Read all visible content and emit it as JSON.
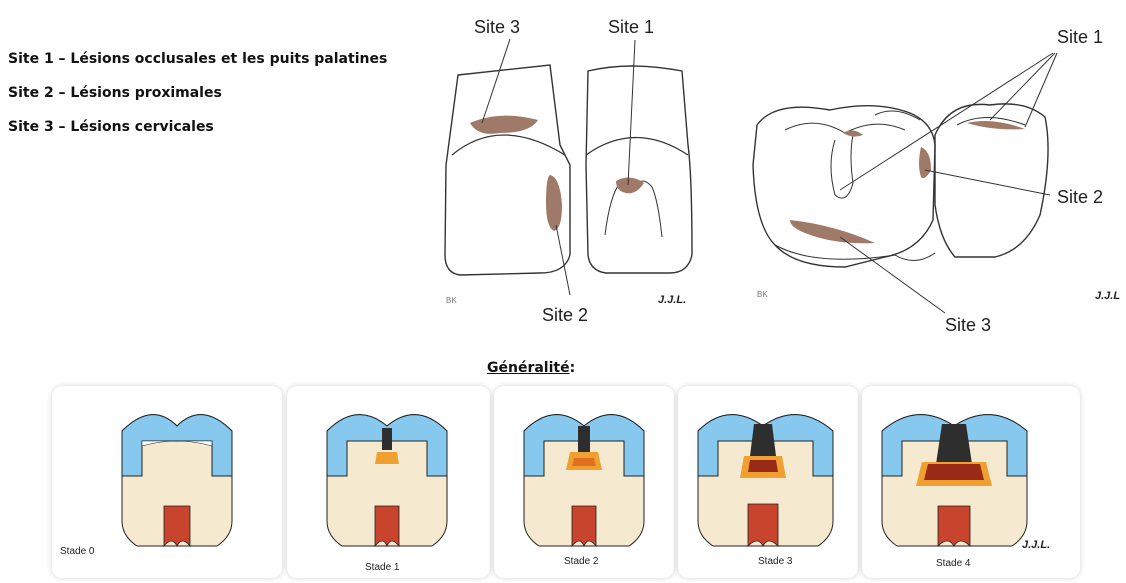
{
  "legend": {
    "items": [
      "Site 1 – Lésions occlusales et  les puits palatines",
      "Site 2 – Lésions proximales",
      "Site 3 – Lésions cervicales"
    ]
  },
  "diagram_labels": {
    "left_site3": "Site 3",
    "left_site1": "Site 1",
    "left_site2": "Site 2",
    "right_site1": "Site 1",
    "right_site2": "Site 2",
    "right_site3": "Site 3",
    "signature": "J.J.L.",
    "initials": "BK"
  },
  "section": {
    "title": "Généralité",
    "suffix": ":"
  },
  "stages": [
    "Stade 0",
    "Stade 1",
    "Stade 2",
    "Stade 3",
    "Stade 4"
  ],
  "colors": {
    "lesion": "#a07a68",
    "enamel": "#86c8ee",
    "dentin": "#f5ead0",
    "pulp": "#c8442c",
    "caries_dark": "#2e2e2e",
    "caries_orange": "#f0a030",
    "caries_deep": "#9a2a18"
  }
}
